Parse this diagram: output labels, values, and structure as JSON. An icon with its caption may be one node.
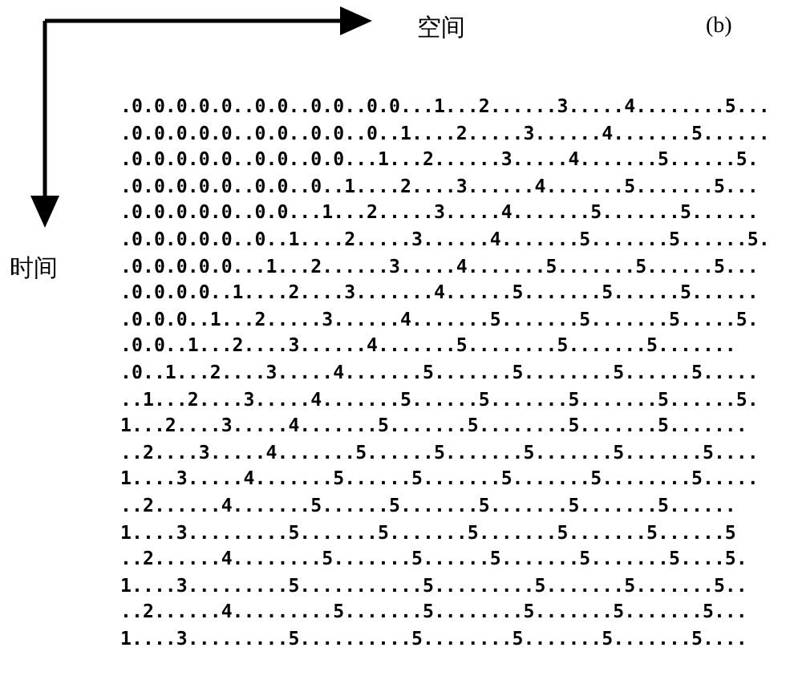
{
  "diagram": {
    "labels": [
      "空间",
      "(b)",
      "时间",
      ".0.0.0.0.0..0.0..0.0..0.0...1...2......3.....4........5...",
      ".0.0.0.0.0..0.0..0.0..0..1....2.....3......4.......5......",
      ".0.0.0.0.0..0.0..0.0...1...2......3.....4.......5......5.",
      ".0.0.0.0.0..0.0..0..1....2....3......4.......5.......5...",
      ".0.0.0.0.0..0.0...1...2.....3.....4.......5.......5......",
      ".0.0.0.0.0..0..1....2.....3......4.......5.......5......5.",
      ".0.0.0.0.0...1...2......3.....4.......5.......5......5...",
      ".0.0.0.0..1....2....3.......4......5.......5......5......",
      ".0.0.0..1...2.....3......4.......5.......5.......5.....5.",
      ".0.0..1...2....3......4.......5........5.......5.......",
      ".0..1...2....3.....4.......5.......5........5......5.....",
      "..1...2....3.....4.......5......5.......5.......5......5.",
      "1...2....3.....4.......5.......5........5.......5.......",
      "..2....3.....4.......5......5.......5.......5.......5....",
      "1....3.....4.......5......5.......5.......5........5.....",
      "..2......4.......5......5.......5.......5.......5......",
      "1....3.........5.......5.......5.......5.......5......5",
      "..2......4........5.......5......5.......5.......5....5.",
      "1....3.........5...........5.........5.......5.......5..",
      "..2......4.........5.......5........5.......5.......5...",
      "1....3.........5..........5........5.......5.......5...."
    ]
  }
}
